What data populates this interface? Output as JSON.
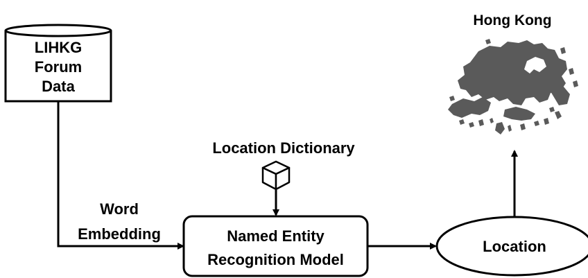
{
  "diagram": {
    "database": {
      "line1": "LIHKG",
      "line2": "Forum",
      "line3": "Data"
    },
    "embedding_label": {
      "line1": "Word",
      "line2": "Embedding"
    },
    "dictionary_label": "Location Dictionary",
    "dictionary_icon": "cube-icon",
    "model": {
      "line1": "Named Entity",
      "line2": "Recognition Model"
    },
    "output": "Location",
    "map_title": "Hong Kong",
    "map_icon": "hong-kong-map"
  },
  "colors": {
    "stroke": "#000000",
    "map_fill": "#5a5a5a",
    "background": "#ffffff"
  }
}
